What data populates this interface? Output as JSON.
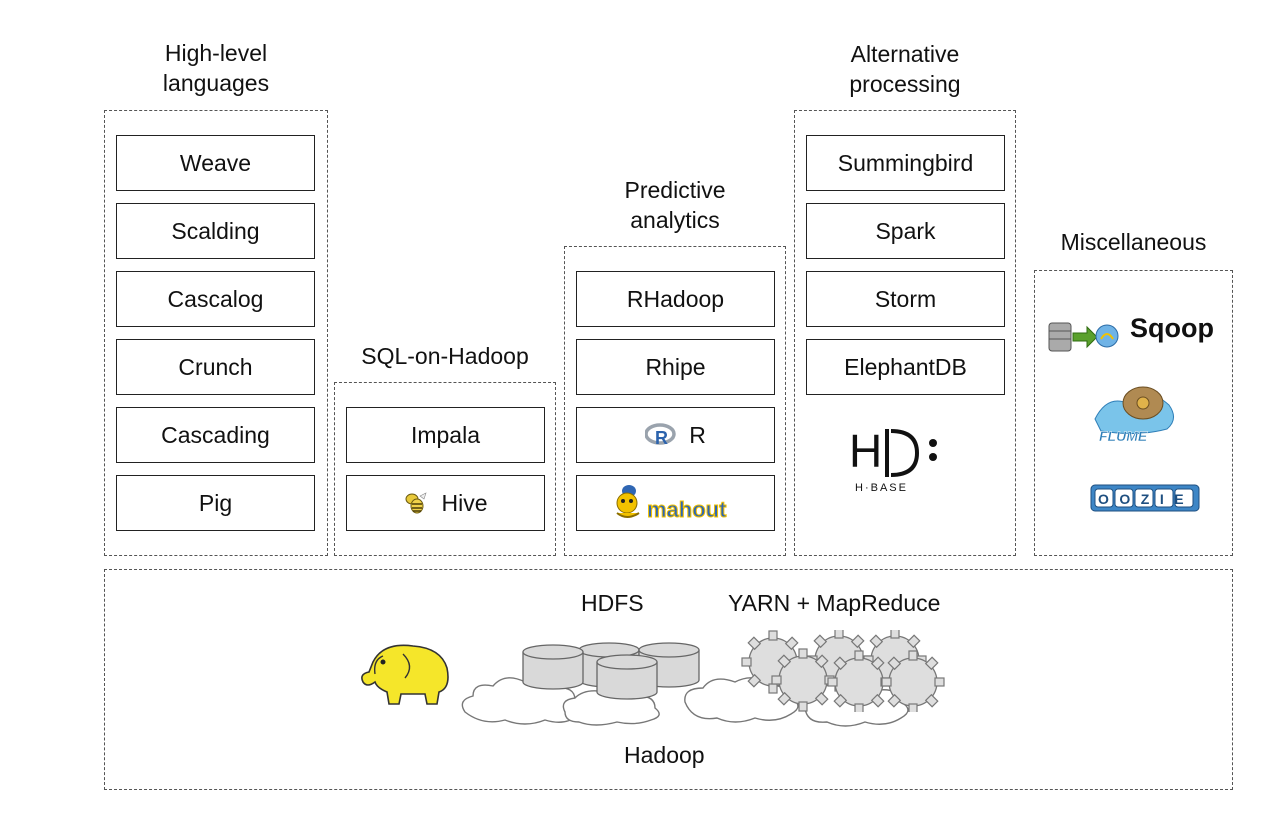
{
  "columns": {
    "high_level": {
      "heading_1": "High-level",
      "heading_2": "languages",
      "items": [
        "Weave",
        "Scalding",
        "Cascalog",
        "Crunch",
        "Cascading",
        "Pig"
      ]
    },
    "sql": {
      "heading": "SQL-on-Hadoop",
      "items": [
        "Impala",
        "Hive"
      ]
    },
    "predictive": {
      "heading_1": "Predictive",
      "heading_2": "analytics",
      "items": [
        "RHadoop",
        "Rhipe",
        "R"
      ],
      "mahout_logo_text": "mahout"
    },
    "alternative": {
      "heading_1": "Alternative",
      "heading_2": "processing",
      "items": [
        "Summingbird",
        "Spark",
        "Storm",
        "ElephantDB"
      ],
      "hbase_logo_text": "H·BASE"
    },
    "misc": {
      "heading": "Miscellaneous",
      "sqoop_label": "Sqoop",
      "flume_logo_text": "FLUME",
      "oozie_logo_text": "OOZIE"
    }
  },
  "hadoop": {
    "label": "Hadoop",
    "hdfs_label": "HDFS",
    "yarn_label": "YARN + MapReduce"
  },
  "colors": {
    "hadoop_yellow": "#f5e62a",
    "mahout_yellow": "#f2c200",
    "mahout_blue": "#2f66b3",
    "oozie_blue": "#3d86c6",
    "disk_gray": "#d9d9d9"
  }
}
